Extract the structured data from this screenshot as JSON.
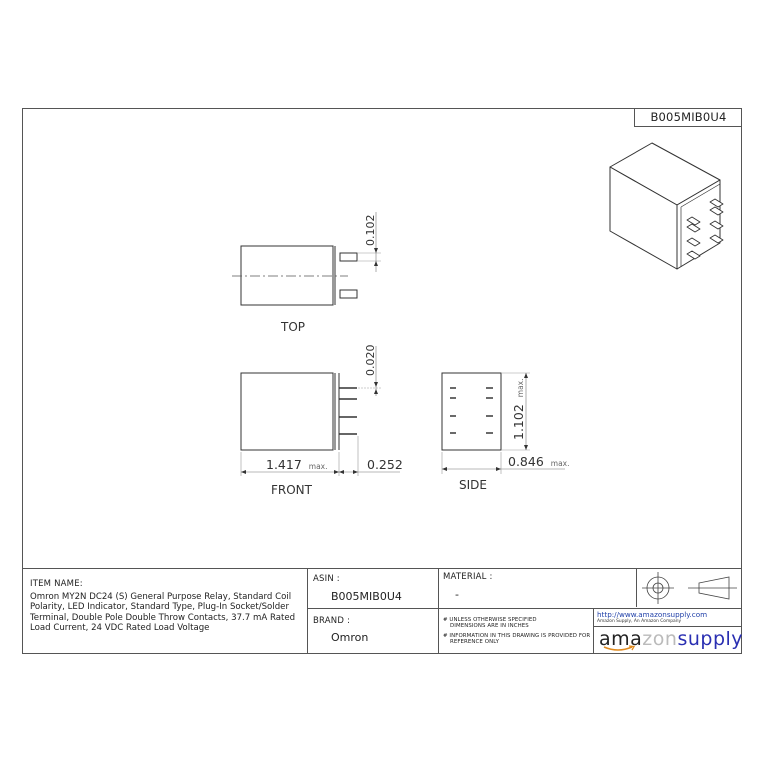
{
  "header": {
    "asin_tag": "B005MIB0U4"
  },
  "views": {
    "top": {
      "label": "TOP",
      "dim_pin_width": "0.102"
    },
    "front": {
      "label": "FRONT",
      "dim_pin_thickness": "0.020",
      "dim_length": "1.417",
      "dim_length_suffix": "max.",
      "dim_pin_length": "0.252"
    },
    "side": {
      "label": "SIDE",
      "dim_height": "1.102",
      "dim_height_suffix": "max.",
      "dim_width": "0.846",
      "dim_width_suffix": "max."
    },
    "iso": {
      "icon": "relay-isometric-icon"
    }
  },
  "title_block": {
    "item_name_label": "ITEM NAME:",
    "item_name_lines": [
      "Omron MY2N DC24 (S) General Purpose Relay, Standard Coil",
      "Polarity, LED Indicator, Standard Type, Plug-In Socket/Solder",
      "Terminal, Double Pole Double Throw Contacts, 37.7 mA Rated",
      "Load Current, 24 VDC Rated Load Voltage"
    ],
    "asin_label": "ASIN :",
    "asin_value": "B005MIB0U4",
    "brand_label": "BRAND :",
    "brand_value": "Omron",
    "material_label": "MATERIAL :",
    "material_value": "-",
    "notes": [
      "# UNLESS OTHERWISE SPECIFIED",
      "DIMENSIONS ARE IN INCHES",
      "# INFORMATION IN THIS DRAWING IS PROVIDED FOR",
      "REFERENCE ONLY"
    ],
    "projection_icon": "third-angle-projection-icon",
    "url": "http://www.amazonsupply.com",
    "url_subtitle": "Amazon Supply, An Amazon Company",
    "logo": {
      "part1": "ama",
      "part2": "zo",
      "part3": "n",
      "part4": "supply"
    },
    "colors": {
      "logo_blue": "#2a2fb2",
      "url_blue": "#1f3fa8",
      "line": "#555555"
    }
  }
}
